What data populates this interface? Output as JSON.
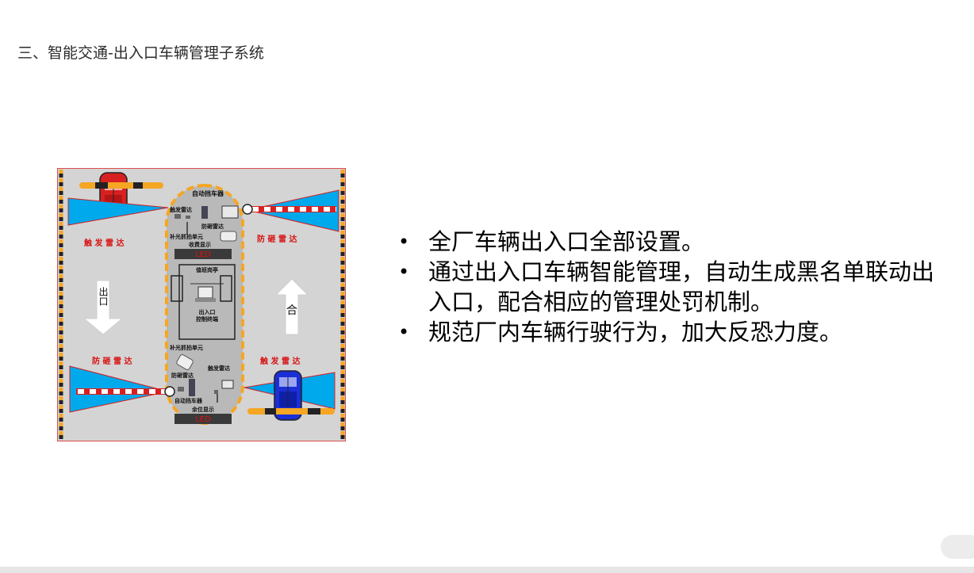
{
  "slide": {
    "title": "三、智能交通-出入口车辆管理子系统"
  },
  "diagram": {
    "labels": {
      "auto_gate_top": "自动挡车器",
      "trigger_radar_small_top": "触发雷达",
      "anti_smash_radar_small_top": "防砸雷达",
      "fill_light_top": "补光抓拍单元",
      "fee_display": "收费显示",
      "led_top": "LED",
      "guard_room": "值班岗亭",
      "control_terminal_1": "出入口",
      "control_terminal_2": "控制终端",
      "fill_light_bottom": "补光抓拍单元",
      "trigger_radar_small_bottom": "触发雷达",
      "anti_smash_radar_small_bottom": "防砸雷达",
      "auto_gate_bottom": "自动挡车器",
      "space_display": "余位显示",
      "led_bottom": "LED",
      "trigger_radar_left": "触 发 雷 达",
      "anti_smash_radar_right": "防 砸 雷 达",
      "anti_smash_radar_left": "防 砸 雷 达",
      "trigger_radar_right": "触 发 雷 达",
      "exit_arrow": "出口",
      "entry_arrow": "合"
    },
    "colors": {
      "exit_car": "#d92020",
      "entry_car": "#1a2fd6",
      "radar": "#00a8ec",
      "curb": "#f5a623",
      "led_text": "#e01010"
    }
  },
  "bullets": [
    "全厂车辆出入口全部设置。",
    "通过出入口车辆智能管理，自动生成黑名单联动出入口，配合相应的管理处罚机制。",
    "规范厂内车辆行驶行为，加大反恐力度。"
  ]
}
